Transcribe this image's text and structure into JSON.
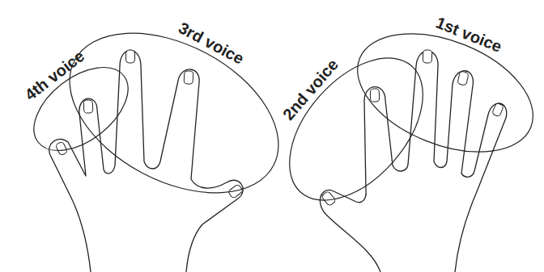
{
  "diagram": {
    "nodes": [
      {
        "text": [
          "4th voice"
        ]
      },
      {
        "text": [
          "3rd voice"
        ]
      },
      {
        "text": [
          "2nd voice"
        ]
      },
      {
        "text": [
          "1st voice"
        ]
      }
    ]
  }
}
